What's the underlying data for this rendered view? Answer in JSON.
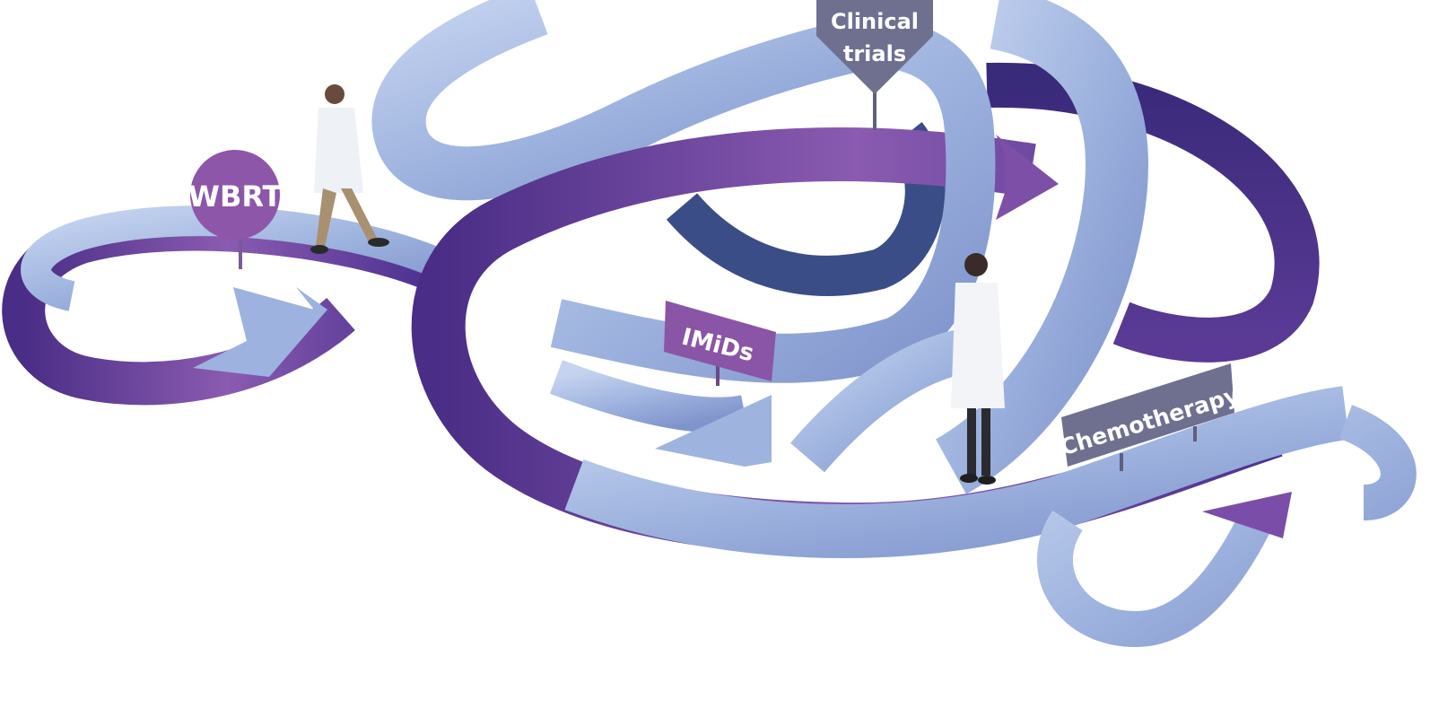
{
  "signs": {
    "wbrt": "WBRT",
    "clinical_trials_line1": "Clinical",
    "clinical_trials_line2": "trials",
    "imids": "IMiDs",
    "chemotherapy": "Chemotherapy"
  },
  "colors": {
    "ribbon_light": "#a9bde3",
    "ribbon_purple": "#6b3fa0",
    "ribbon_dark": "#3f2a7d",
    "sign_purple": "#8e56a8",
    "sign_gray": "#6f7090"
  }
}
